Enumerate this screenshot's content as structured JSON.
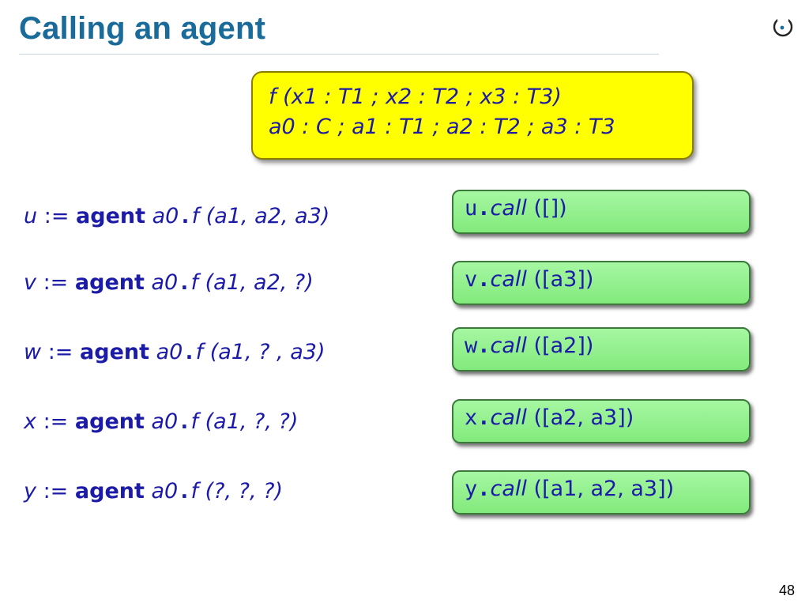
{
  "title": "Calling an agent",
  "page_number": "48",
  "logo_icon": "eiffel-logo",
  "declaration": {
    "line1": "f (x1 : T1 ; x2 : T2 ; x3 : T3)",
    "line2": "a0 : C ; a1 : T1 ; a2 : T2 ; a3 : T3"
  },
  "assignments": [
    {
      "target": "u",
      "args": "(a1, a2, a3)"
    },
    {
      "target": "v",
      "args": "(a1, a2, ?)"
    },
    {
      "target": "w",
      "args": "(a1, ? , a3)"
    },
    {
      "target": "x",
      "args": "(a1, ?, ?)"
    },
    {
      "target": "y",
      "args": "(?, ?, ?)"
    }
  ],
  "assign_op": ":=",
  "agent_keyword": "agent",
  "agent_target": "a0",
  "feature_name": "f",
  "call_name": "call",
  "calls": [
    {
      "target": "u",
      "args": "([])"
    },
    {
      "target": "v",
      "args": "([a3])"
    },
    {
      "target": "w",
      "args": "([a2])"
    },
    {
      "target": "x",
      "args": "([a2, a3])"
    },
    {
      "target": "y",
      "args": "([a1, a2, a3])"
    }
  ],
  "colors": {
    "title": "#1b6b9a",
    "code": "#1b1ba8",
    "highlight_box": "#ffff00",
    "call_box": "#8ef088"
  }
}
